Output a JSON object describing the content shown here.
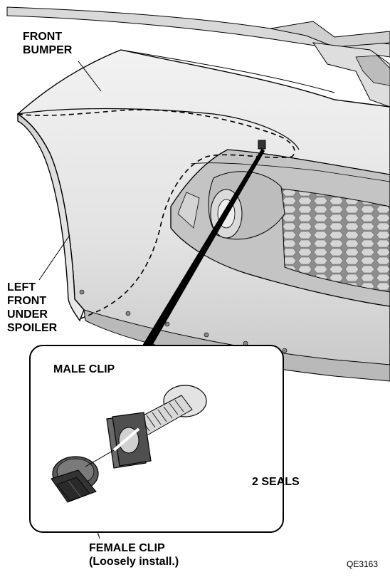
{
  "labels": {
    "front_bumper": "FRONT\nBUMPER",
    "left_front_under_spoiler": "LEFT\nFRONT\nUNDER\nSPOILER",
    "male_clip": "MALE CLIP",
    "two_seals": "2 SEALS",
    "female_clip": "FEMALE CLIP\n(Loosely install.)"
  },
  "figure_code": "QE3163",
  "colors": {
    "line": "#000000",
    "bumper_fill": "#e6e6e6",
    "shadow": "#b9b9b9",
    "grille": "#a8a8a8",
    "seal": "#555555",
    "clip_dark": "#3a3a3a"
  }
}
